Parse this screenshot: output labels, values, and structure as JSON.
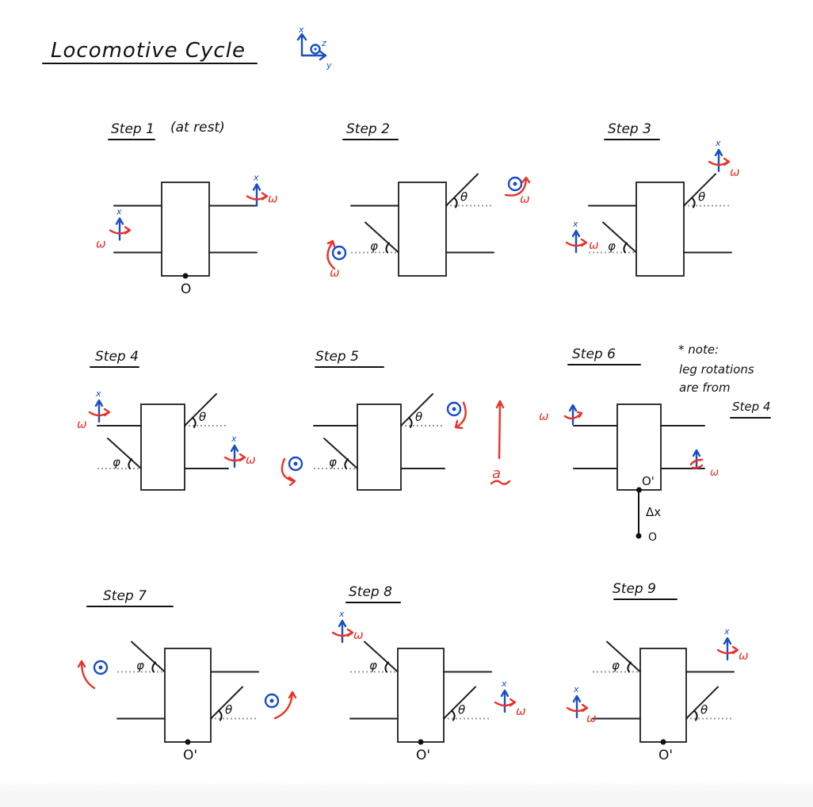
{
  "title": "Locomotive Cycle",
  "axes_legend": {
    "x": "x",
    "y": "y",
    "z": "z"
  },
  "colors": {
    "ink": "#111111",
    "axis_blue": "#1a4fc4",
    "rotation_red": "#e8332a",
    "reference_grey": "#9a9a9a"
  },
  "symbols": {
    "omega": "ω",
    "theta": "θ",
    "phi": "φ",
    "x_axis": "x",
    "origin": "O",
    "origin_prime": "O'",
    "delta_x": "Δx",
    "accel": "a"
  },
  "note": {
    "lines": [
      "* note:",
      "leg rotations",
      "are from",
      "Step 4"
    ]
  },
  "steps": [
    {
      "label": "Step 1",
      "sublabel": "(at rest)",
      "legs": {
        "left_top": "flat",
        "left_bottom": "flat",
        "right_top": "flat",
        "right_bottom": "flat"
      },
      "rotations": [
        "left_bottom: x-axis ω",
        "right_top: x-axis ω"
      ],
      "origin": "O"
    },
    {
      "label": "Step 2",
      "sublabel": "",
      "legs": {
        "left_top": "flat",
        "left_bottom": "raised φ",
        "right_top": "raised θ",
        "right_bottom": "flat"
      },
      "rotations": [
        "left_bottom: z-axis ω",
        "right_top: z-axis ω"
      ],
      "origin": ""
    },
    {
      "label": "Step 3",
      "sublabel": "",
      "legs": {
        "left_top": "flat",
        "left_bottom": "raised φ",
        "right_top": "raised θ",
        "right_bottom": "flat"
      },
      "rotations": [
        "left_bottom: x-axis ω",
        "right_top: x-axis ω"
      ],
      "origin": ""
    },
    {
      "label": "Step 4",
      "sublabel": "",
      "legs": {
        "left_top": "flat",
        "left_bottom": "raised φ",
        "right_top": "raised θ",
        "right_bottom": "flat"
      },
      "rotations": [
        "left_top: x-axis ω",
        "right_bottom: x-axis ω"
      ],
      "origin": ""
    },
    {
      "label": "Step 5",
      "sublabel": "",
      "legs": {
        "left_top": "flat",
        "left_bottom": "raised φ",
        "right_top": "raised θ",
        "right_bottom": "flat"
      },
      "rotations": [
        "left_bottom: z-axis ω",
        "right_top: z-axis ω",
        "acceleration a (+x)"
      ],
      "origin": ""
    },
    {
      "label": "Step 6",
      "sublabel": "",
      "legs": {
        "left_top": "flat",
        "left_bottom": "flat",
        "right_top": "flat",
        "right_bottom": "flat"
      },
      "rotations": [
        "left_top: x-axis ω",
        "right_bottom: x-axis ω"
      ],
      "origin": "O'",
      "displacement": "Δx",
      "origin_old": "O"
    },
    {
      "label": "Step 7",
      "sublabel": "",
      "legs": {
        "left_top": "raised φ",
        "left_bottom": "flat",
        "right_top": "flat",
        "right_bottom": "raised θ"
      },
      "rotations": [
        "left_top: z-axis ω",
        "right_bottom: z-axis ω"
      ],
      "origin": "O'"
    },
    {
      "label": "Step 8",
      "sublabel": "",
      "legs": {
        "left_top": "raised φ",
        "left_bottom": "flat",
        "right_top": "flat",
        "right_bottom": "raised θ"
      },
      "rotations": [
        "left_top: x-axis ω",
        "right_bottom: x-axis ω"
      ],
      "origin": "O'"
    },
    {
      "label": "Step 9",
      "sublabel": "",
      "legs": {
        "left_top": "raised φ",
        "left_bottom": "flat",
        "right_top": "flat",
        "right_bottom": "raised θ"
      },
      "rotations": [
        "left_bottom: x-axis ω",
        "right_top: x-axis ω"
      ],
      "origin": "O'"
    }
  ]
}
